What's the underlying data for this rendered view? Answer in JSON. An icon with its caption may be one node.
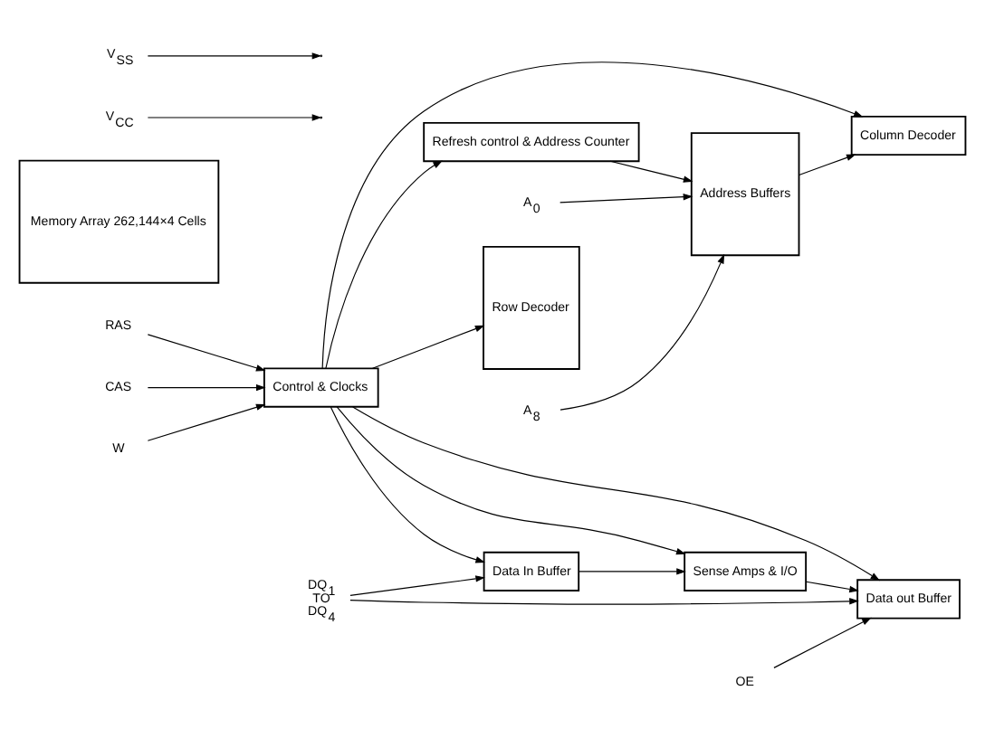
{
  "diagram": {
    "nodes": [
      {
        "text": [
          "RAS"
        ]
      },
      {
        "text": [
          "CAS"
        ]
      },
      {
        "text": [
          "W"
        ]
      },
      {
        "text": [
          "Control & Clocks"
        ]
      },
      {
        "text": [
          "Refresh control & Address Counter"
        ]
      },
      {
        "text": [
          "Data In Buffer"
        ]
      },
      {
        "text": [
          "Data out Buffer"
        ]
      },
      {
        "text": [
          "DQ$_{1}$ TO DQ$_{4}$"
        ]
      },
      {
        "text": [
          "Column Decoder"
        ]
      },
      {
        "text": [
          "Sense Amps & I/O"
        ]
      },
      {
        "text": [
          "Address Buffers"
        ]
      },
      {
        "text": [
          "Row Decoder"
        ]
      },
      {
        "text": [
          "Memory Array 262,144×4 Cells"
        ]
      },
      {
        "text": [
          "A$_{0}$"
        ]
      },
      {
        "text": [
          "A$_{8}$"
        ]
      },
      {
        "text": [
          "OE"
        ]
      },
      {
        "text": [
          "V$_{CC}$"
        ]
      },
      {
        "text": [
          "V$_{SS}$"
        ]
      }
    ],
    "edges": [
      {
        "from": 0,
        "to": 3,
        "arrow": "to"
      },
      {
        "from": 1,
        "to": 3,
        "arrow": "to"
      },
      {
        "from": 2,
        "to": 3,
        "arrow": "to"
      },
      {
        "from": 3,
        "to": 5,
        "arrow": "to"
      },
      {
        "from": 3,
        "to": 6,
        "arrow": "to"
      },
      {
        "from": 3,
        "to": 4,
        "arrow": "to"
      },
      {
        "from": 3,
        "to": 8,
        "arrow": "to"
      },
      {
        "from": 3,
        "to": 9,
        "arrow": "to"
      },
      {
        "from": 3,
        "to": 11,
        "arrow": "to"
      },
      {
        "from": 4,
        "to": 10,
        "arrow": "to"
      },
      {
        "from": 10,
        "to": 8,
        "arrow": "to"
      },
      {
        "from": 5,
        "to": 9,
        "arrow": "to"
      },
      {
        "from": 9,
        "to": 6,
        "arrow": "to"
      },
      {
        "from": 7,
        "to": 5,
        "arrow": "to"
      },
      {
        "from": 7,
        "to": 6,
        "arrow": "to"
      },
      {
        "from": 15,
        "to": 6,
        "arrow": "to"
      },
      {
        "from": 13,
        "to": 10,
        "arrow": "to"
      },
      {
        "from": 14,
        "to": 10,
        "arrow": "to"
      },
      {
        "from": 16,
        "to": null,
        "arrow": "to"
      },
      {
        "from": 17,
        "to": null,
        "arrow": "to"
      }
    ]
  }
}
